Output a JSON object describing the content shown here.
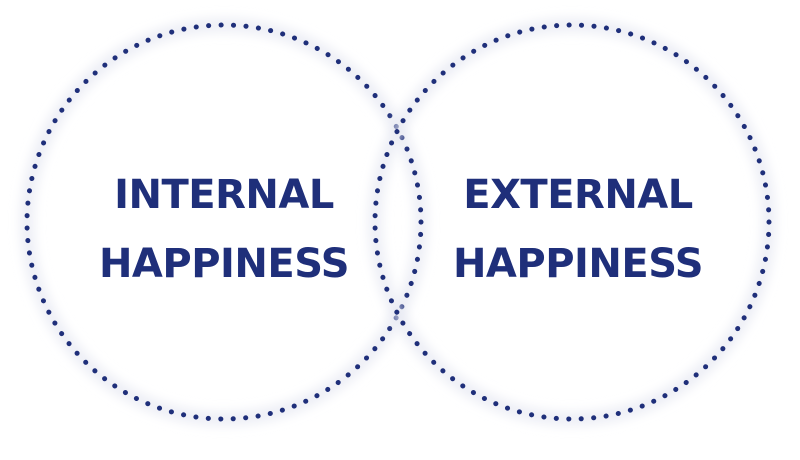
{
  "colors": {
    "dots": "#1f2f7a",
    "text": "#1f2f7a",
    "shadow": "#e6e8f2",
    "background": "#ffffff"
  },
  "circles": [
    {
      "line1": "INTERNAL",
      "line2": "HAPPINESS"
    },
    {
      "line1": "EXTERNAL",
      "line2": "HAPPINESS"
    }
  ]
}
